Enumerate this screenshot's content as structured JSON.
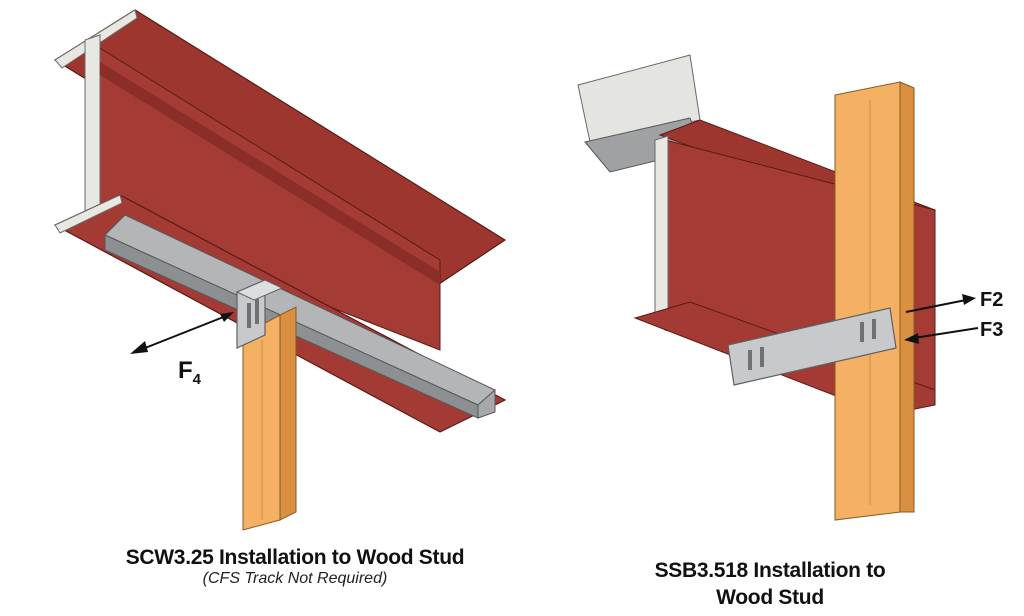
{
  "figures": [
    {
      "caption_title": "SCW3.25 Installation to Wood Stud",
      "caption_note": "(CFS Track Not Required)",
      "force_label_main": "F",
      "force_label_sub": "4"
    },
    {
      "caption_title_line1": "SSB3.518 Installation to",
      "caption_title_line2": "Wood Stud",
      "force_label_a": "F2",
      "force_label_b": "F3"
    }
  ],
  "colors": {
    "steel_beam": "#a33a34",
    "steel_beam_dark": "#7f2622",
    "steel_beam_light": "#b9504a",
    "steel_edge": "#e8e6e0",
    "track_gray": "#9fa1a3",
    "track_dark": "#6e7073",
    "wood": "#f4b063",
    "wood_dark": "#d98f3c",
    "concrete": "#e4e4e0",
    "clip_metal": "#c7c9cb"
  }
}
